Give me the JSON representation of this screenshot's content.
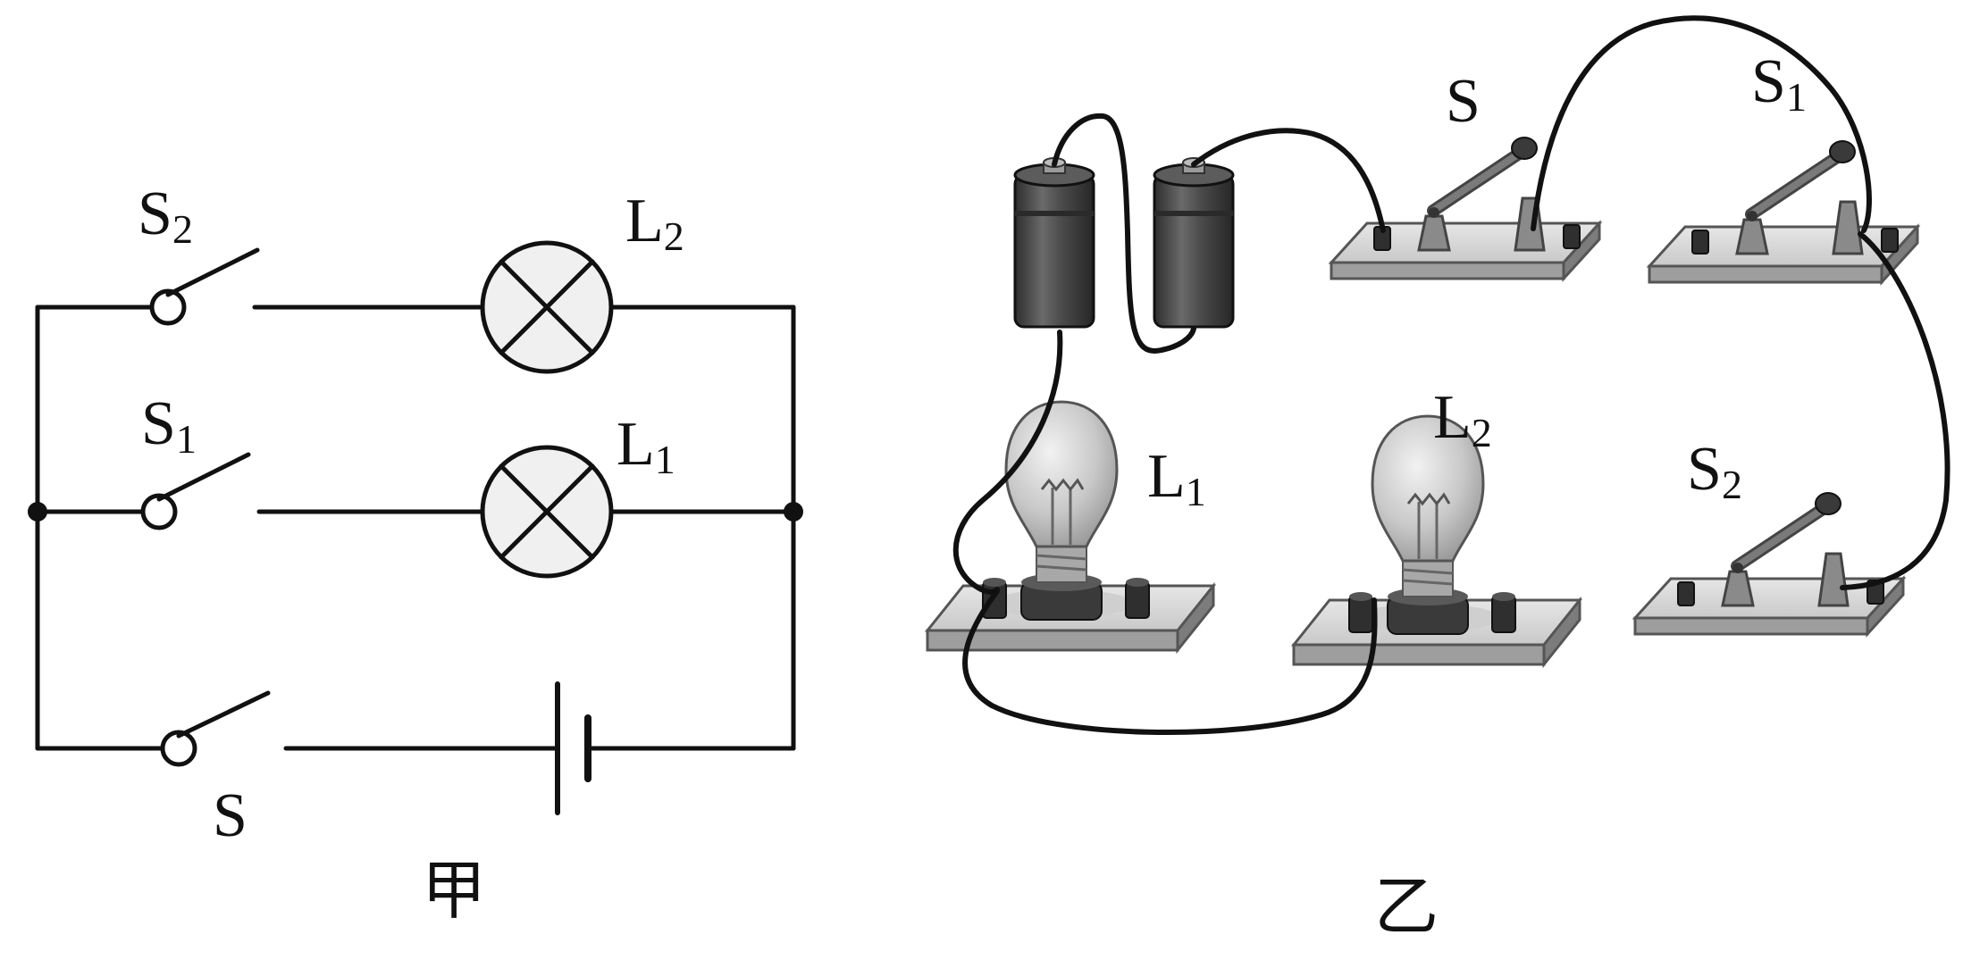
{
  "schematic": {
    "caption": "甲",
    "switches": [
      {
        "letter": "S",
        "sub": "2"
      },
      {
        "letter": "S",
        "sub": "1"
      },
      {
        "letter": "S",
        "sub": ""
      }
    ],
    "lamps": [
      {
        "letter": "L",
        "sub": "2"
      },
      {
        "letter": "L",
        "sub": "1"
      }
    ]
  },
  "physical": {
    "caption": "乙",
    "switches": [
      {
        "letter": "S",
        "sub": ""
      },
      {
        "letter": "S",
        "sub": "1"
      },
      {
        "letter": "S",
        "sub": "2"
      }
    ],
    "lamps": [
      {
        "letter": "L",
        "sub": "1"
      },
      {
        "letter": "L",
        "sub": "2"
      }
    ]
  }
}
